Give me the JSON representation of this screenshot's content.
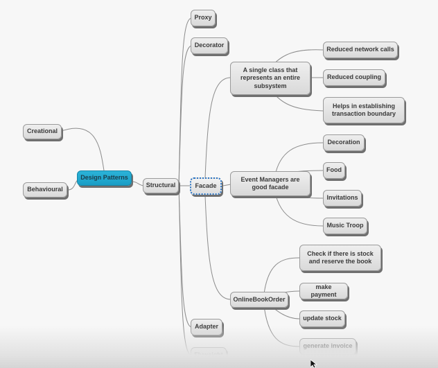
{
  "nodes": {
    "creational": "Creational",
    "behavioural": "Behavioural",
    "design_patterns": "Design Patterns",
    "structural": "Structural",
    "proxy": "Proxy",
    "decorator": "Decorator",
    "facade": "Facade",
    "adapter": "Adapter",
    "flyweight": "Flyweight",
    "single_class": "A single class that represents an entire subsystem",
    "event_managers": "Event Managers are good facade",
    "online_book_order": "OnlineBookOrder",
    "reduced_network_calls": "Reduced network calls",
    "reduced_coupling": "Reduced coupling",
    "transaction_boundary": "Helps in establishing transaction boundary",
    "decoration": "Decoration",
    "food": "Food",
    "invitations": "Invitations",
    "music_troop": "Music Troop",
    "check_stock": "Check if there is stock and reserve the book",
    "make_payment": "make payment",
    "update_stock": "update stock",
    "generate_invoice": "generate invoice"
  },
  "colors": {
    "root_fill": "#1fa9d2",
    "node_fill": "#e4e4e4",
    "connector": "#8c8c8c",
    "selection_border": "#2a74c4"
  }
}
